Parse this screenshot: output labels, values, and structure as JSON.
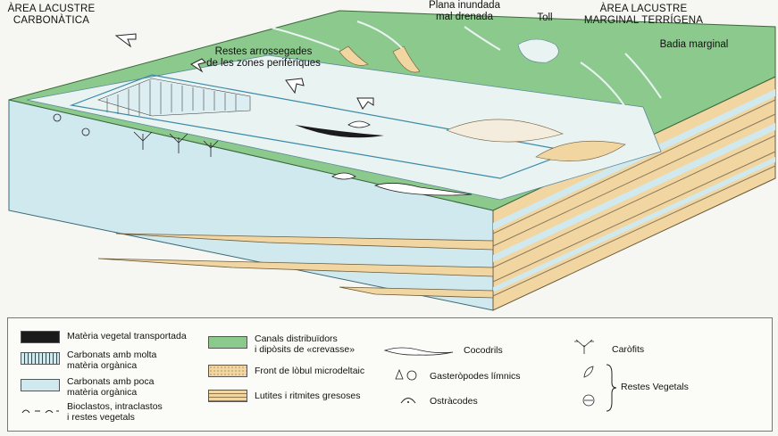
{
  "labels": {
    "carbonate_area": "ÀREA LACUSTRE\nCARBONÀTICA",
    "floodplain": "Plana inundada\nmal drenada",
    "pool": "Toll",
    "terrigenous_area": "ÀREA LACUSTRE\nMARGINAL TERRÍGENA",
    "marginal_bay": "Badia marginal",
    "periphery_remains": "Restes arrossegades\nde les zones perifèriques"
  },
  "legend": {
    "transported_plant_matter": "Matèria vegetal transportada",
    "carbonate_high_organic": "Carbonats amb molta\nmatèria orgànica",
    "carbonate_low_organic": "Carbonats amb poca\nmatèria orgànica",
    "bioclasts": "Bioclastos, intraclastos\ni restes vegetals",
    "channels": "Canals distribuïdors\ni dipòsits de «crevasse»",
    "lobe_front": "Front de lòbul microdeltaic",
    "lutites": "Lutites i ritmites gresoses",
    "crocodiles": "Cocodrils",
    "gastropods": "Gasteròpodes límnics",
    "ostracods": "Ostràcodes",
    "charophytes": "Caròfits",
    "plant_remains": "Restes Vegetals"
  },
  "colors": {
    "water": "#cfe9ef",
    "land": "#8cc98c",
    "sand": "#f2d6a2",
    "organic": "#1b1b1b"
  }
}
